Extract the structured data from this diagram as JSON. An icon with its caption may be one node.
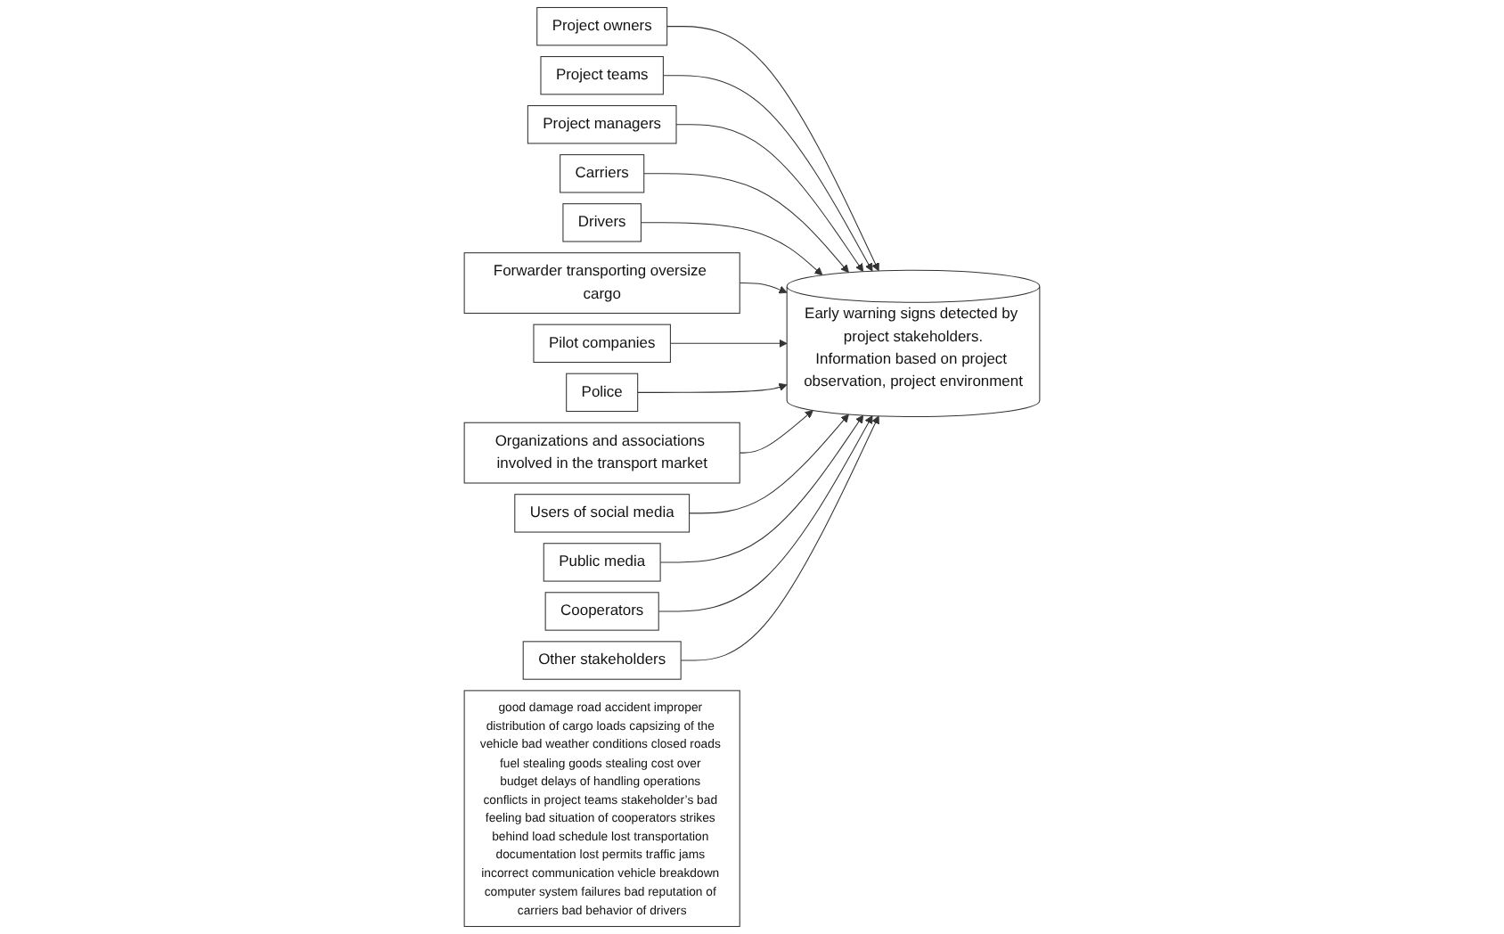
{
  "diagram": {
    "nodes": [
      {
        "text": [
          "Project owners"
        ]
      },
      {
        "text": [
          "Project teams"
        ]
      },
      {
        "text": [
          "Project managers"
        ]
      },
      {
        "text": [
          "Carriers"
        ]
      },
      {
        "text": [
          "Drivers"
        ]
      },
      {
        "text": [
          "Forwarder transporting oversize cargo"
        ]
      },
      {
        "text": [
          "Pilot companies"
        ]
      },
      {
        "text": [
          "Early warning signs detected by project stakeholders.",
          "Information based on project observation, project environment"
        ]
      },
      {
        "text": [
          "Police"
        ]
      },
      {
        "text": [
          "Organizations and associations involved in the transport market"
        ]
      },
      {
        "text": [
          "Users of social media"
        ]
      },
      {
        "text": [
          "Public media"
        ]
      },
      {
        "text": [
          "Cooperators"
        ]
      },
      {
        "text": [
          "Other stakeholders"
        ]
      },
      {
        "text": [
          "good damage road accident improper distribution of cargo loads capsizing of the vehicle bad weather conditions closed roads fuel stealing goods stealing cost over budget delays of handling operations conflicts in project teams stakeholder’s bad feeling bad situation of cooperators strikes behind load schedule lost transportation documentation lost permits traffic jams incorrect communication vehicle breakdown computer system failures bad reputation of carriers bad behavior of drivers"
        ]
      }
    ],
    "edges": [
      {
        "from": 0,
        "to": 7,
        "arrow": "to"
      },
      {
        "from": 1,
        "to": 7,
        "arrow": "to"
      },
      {
        "from": 2,
        "to": 7,
        "arrow": "to"
      },
      {
        "from": 3,
        "to": 7,
        "arrow": "to"
      },
      {
        "from": 4,
        "to": 7,
        "arrow": "to"
      },
      {
        "from": 5,
        "to": 7,
        "arrow": "to"
      },
      {
        "from": 6,
        "to": 7,
        "arrow": "to"
      },
      {
        "from": 8,
        "to": 7,
        "arrow": "to"
      },
      {
        "from": 9,
        "to": 7,
        "arrow": "to"
      },
      {
        "from": 10,
        "to": 7,
        "arrow": "to"
      },
      {
        "from": 11,
        "to": 7,
        "arrow": "to"
      },
      {
        "from": 12,
        "to": 7,
        "arrow": "to"
      },
      {
        "from": 13,
        "to": 7,
        "arrow": "to"
      }
    ]
  }
}
